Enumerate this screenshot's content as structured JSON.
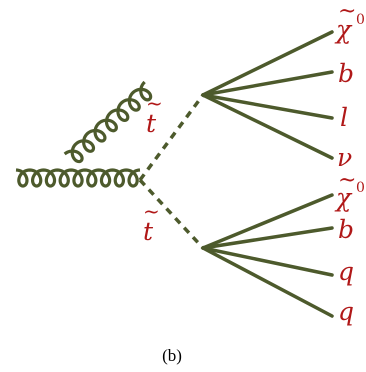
{
  "labels": {
    "stop_upper": "t",
    "stop_lower": "t",
    "upper_decay": [
      "χ",
      "b",
      "l",
      "ν"
    ],
    "lower_decay": [
      "χ",
      "b",
      "q",
      "q"
    ],
    "neutralino_sup": "0"
  },
  "caption": "(b)",
  "colors": {
    "line": "#4d5a2c",
    "label": "#b01818"
  }
}
